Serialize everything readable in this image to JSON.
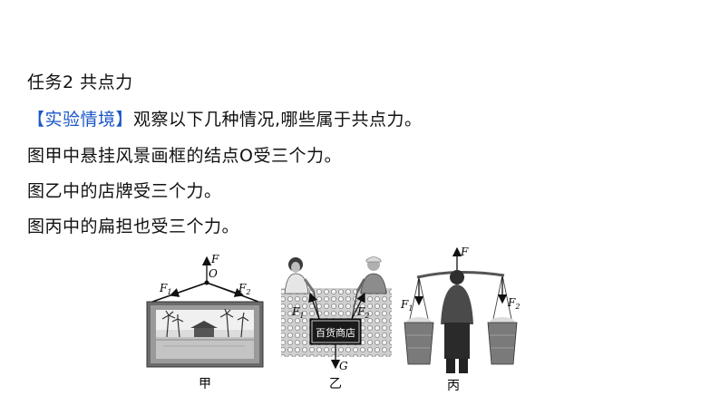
{
  "lines": {
    "task_title": "任务2 共点力",
    "situation_tag": "【实验情境】",
    "situation_text": "观察以下几种情况,哪些属于共点力。",
    "line_jia": "图甲中悬挂风景画框的结点O受三个力。",
    "line_yi": "图乙中的店牌受三个力。",
    "line_bing": "图丙中的扁担也受三个力。"
  },
  "figures": {
    "jia": {
      "caption": "甲",
      "label_F": "F",
      "label_O": "O",
      "label_F1": "F",
      "sub_F1": "1",
      "label_F2": "F",
      "sub_F2": "2"
    },
    "yi": {
      "caption": "乙",
      "sign_text": "百货商店",
      "label_F1": "F",
      "sub_F1": "1",
      "label_F2": "F",
      "sub_F2": "2",
      "label_G": "G"
    },
    "bing": {
      "caption": "丙",
      "label_F": "F",
      "label_F1": "F",
      "sub_F1": "1",
      "label_F2": "F",
      "sub_F2": "2"
    }
  },
  "colors": {
    "highlight": "#1a56c8",
    "text": "#111111"
  }
}
